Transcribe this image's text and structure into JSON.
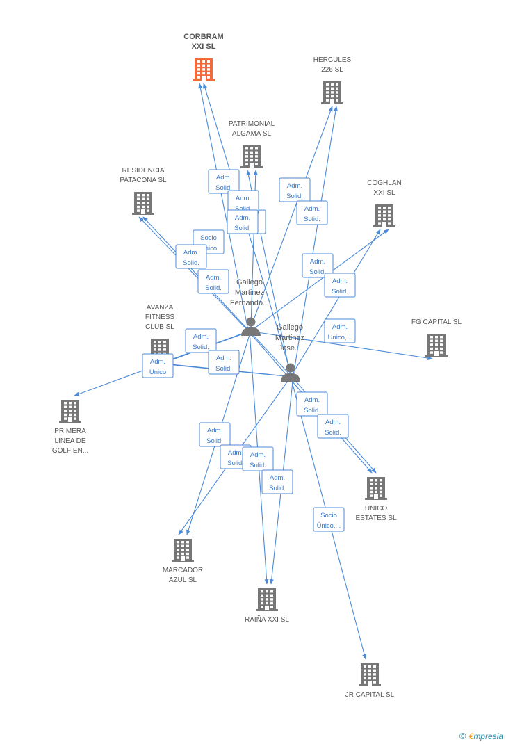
{
  "companies": [
    {
      "id": "corbram",
      "lines": [
        "CORBRAM",
        "XXI SL"
      ],
      "focus": true,
      "color": "#f26a3a"
    },
    {
      "id": "hercules",
      "lines": [
        "HERCULES",
        "226 SL"
      ],
      "color": "#777777"
    },
    {
      "id": "patrimonial",
      "lines": [
        "PATRIMONIAL",
        "ALGAMA SL"
      ],
      "color": "#777777"
    },
    {
      "id": "residencia",
      "lines": [
        "RESIDENCIA",
        "PATACONA SL"
      ],
      "color": "#777777"
    },
    {
      "id": "coghlan",
      "lines": [
        "COGHLAN",
        "XXI SL"
      ],
      "color": "#777777"
    },
    {
      "id": "avanza",
      "lines": [
        "AVANZA",
        "FITNESS",
        "CLUB SL"
      ],
      "color": "#777777"
    },
    {
      "id": "fgcapital",
      "lines": [
        "FG CAPITAL SL"
      ],
      "color": "#777777"
    },
    {
      "id": "primera",
      "lines": [
        "PRIMERA",
        "LINEA DE",
        "GOLF EN..."
      ],
      "color": "#777777"
    },
    {
      "id": "unico",
      "lines": [
        "UNICO",
        "ESTATES  SL"
      ],
      "color": "#777777"
    },
    {
      "id": "marcador",
      "lines": [
        "MARCADOR",
        "AZUL SL"
      ],
      "color": "#777777"
    },
    {
      "id": "raina",
      "lines": [
        "RAIÑA XXI SL"
      ],
      "color": "#777777"
    },
    {
      "id": "jrcapital",
      "lines": [
        "JR CAPITAL SL"
      ],
      "color": "#777777"
    }
  ],
  "persons": [
    {
      "id": "fernando",
      "lines": [
        "Gallego",
        "Martinez",
        "Fernando..."
      ]
    },
    {
      "id": "jose",
      "lines": [
        "Gallego",
        "Martinez",
        "Jose..."
      ]
    }
  ],
  "relations": [
    {
      "from": "fernando",
      "to": "corbram",
      "label": [
        "Adm.",
        "Solid."
      ]
    },
    {
      "from": "jose",
      "to": "corbram",
      "label": [
        "Adm.",
        "Solid."
      ]
    },
    {
      "from": "fernando",
      "to": "patrimonial",
      "label": [
        "Adm.",
        "Solid."
      ]
    },
    {
      "from": "jose",
      "to": "patrimonial",
      "label": [
        "Adm.",
        "Solid."
      ]
    },
    {
      "from": "fernando",
      "to": "hercules",
      "label": [
        "Adm.",
        "Solid."
      ]
    },
    {
      "from": "jose",
      "to": "hercules",
      "label": [
        "Adm.",
        "Solid."
      ]
    },
    {
      "from": "fernando",
      "to": "residencia",
      "label": [
        "Socio",
        "Único"
      ]
    },
    {
      "from": "jose",
      "to": "residencia",
      "label": [
        "Adm.",
        "Solid."
      ]
    },
    {
      "from": "fernando",
      "to": "coghlan",
      "label": [
        "Adm.",
        "Solid."
      ]
    },
    {
      "from": "jose",
      "to": "coghlan",
      "label": [
        "Adm.",
        "Solid."
      ]
    },
    {
      "from": "fernando",
      "to": "avanza",
      "label": [
        "Adm.",
        "Solid."
      ]
    },
    {
      "from": "jose",
      "to": "avanza",
      "label": [
        "Adm.",
        "Solid."
      ]
    },
    {
      "from": "fernando",
      "to": "fgcapital",
      "label": [
        "Adm.",
        "Unico,..."
      ]
    },
    {
      "from": "jose",
      "to": "avanza",
      "label": [
        "Adm.",
        "Solid."
      ]
    },
    {
      "from": "fernando",
      "to": "primera",
      "label": [
        "Adm.",
        "Unico"
      ]
    },
    {
      "from": "fernando",
      "to": "unico",
      "label": [
        "Adm.",
        "Solid."
      ]
    },
    {
      "from": "jose",
      "to": "unico",
      "label": [
        "Adm.",
        "Solid."
      ]
    },
    {
      "from": "fernando",
      "to": "marcador",
      "label": [
        "Adm.",
        "Solid."
      ]
    },
    {
      "from": "jose",
      "to": "marcador",
      "label": [
        "Adm.",
        "Solid."
      ]
    },
    {
      "from": "fernando",
      "to": "raina",
      "label": [
        "Adm.",
        "Solid."
      ]
    },
    {
      "from": "jose",
      "to": "raina",
      "label": [
        "Adm.",
        "Solid."
      ]
    },
    {
      "from": "jose",
      "to": "jrcapital",
      "label": [
        "Socio",
        "Único,..."
      ]
    }
  ],
  "brand": {
    "copyright": "©",
    "e": "€",
    "rest": "mpresia"
  }
}
